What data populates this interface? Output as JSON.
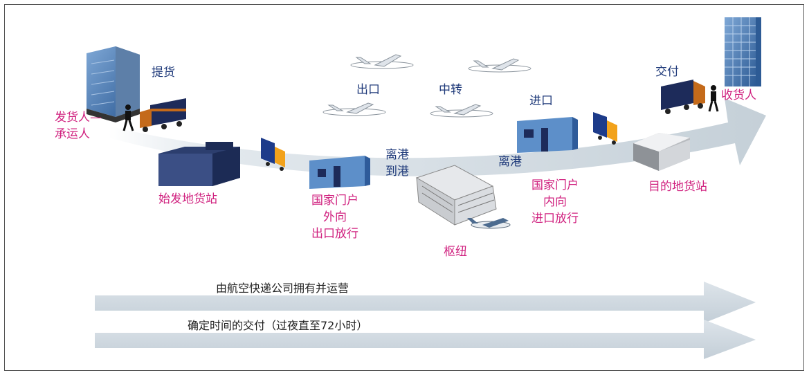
{
  "labels": {
    "pickup": "提货",
    "export": "出口",
    "transit": "中转",
    "import": "进口",
    "delivery": "交付",
    "consignee": "收货人",
    "shipper_line1": "发货人—",
    "shipper_line2": "承运人",
    "origin_station": "始发地货站",
    "dest_station": "目的地货站",
    "departure_arrival_line1": "离港",
    "departure_arrival_line2": "到港",
    "departure": "离港",
    "gateway_out_line1": "国家门户",
    "gateway_out_line2": "外向",
    "gateway_out_line3": "出口放行",
    "gateway_in_line1": "国家门户",
    "gateway_in_line2": "内向",
    "gateway_in_line3": "进口放行",
    "hub": "枢纽"
  },
  "bars": {
    "owned_operated": "由航空快递公司拥有并运营",
    "time_definite": "确定时间的交付（过夜直至72小时）"
  },
  "colors": {
    "text_blue": "#1f3a7a",
    "text_pink": "#d0217f",
    "arrow": "#c9d3db"
  }
}
